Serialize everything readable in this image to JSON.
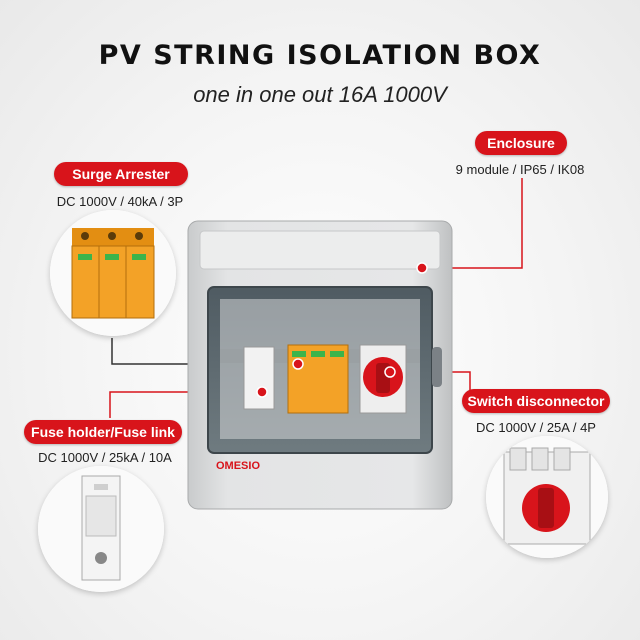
{
  "header": {
    "title": "PV STRING ISOLATION BOX",
    "subtitle": "one in one out 16A 1000V"
  },
  "callouts": {
    "enclosure": {
      "label": "Enclosure",
      "spec": "9 module / IP65 / IK08"
    },
    "surge_arrester": {
      "label": "Surge Arrester",
      "spec": "DC 1000V / 40kA / 3P"
    },
    "switch_disconnector": {
      "label": "Switch disconnector",
      "spec": "DC 1000V / 25A / 4P"
    },
    "fuse_holder": {
      "label": "Fuse holder/Fuse link",
      "spec": "DC 1000V / 25kA / 10A"
    }
  },
  "brand": {
    "logo_text": "OMESIO"
  },
  "colors": {
    "accent": "#d8141b",
    "enclosure_gray": "#dfe0e0",
    "surge_orange": "#f3a227",
    "switch_red": "#d8141b"
  }
}
